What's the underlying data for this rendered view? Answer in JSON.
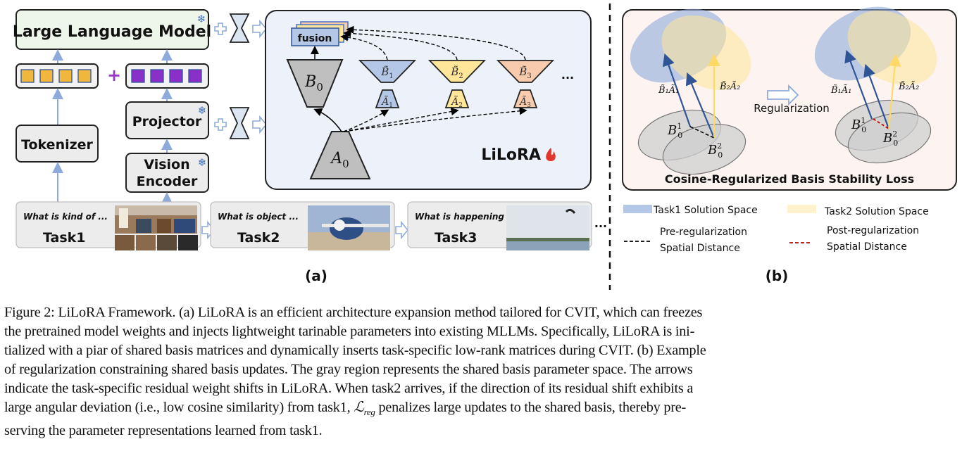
{
  "panel_a": {
    "label": "(a)",
    "llm_label": "Large Language Model",
    "projector_label": "Projector",
    "tokenizer_label": "Tokenizer",
    "vision_encoder_line1": "Vision",
    "vision_encoder_line2": "Encoder",
    "frozen_icon": "❄",
    "plus_icon": "+",
    "lilora": {
      "title": "LiLoRA",
      "fire_icon": "🔥",
      "fusion_label": "fusion",
      "b0_label": "B",
      "b0_sub": "0",
      "a0_label": "A",
      "a0_sub": "0",
      "ellipsis": "...",
      "adapters": [
        {
          "b": "B̃",
          "a": "Ã",
          "sub": "1",
          "color": "#b4c7e7"
        },
        {
          "b": "B̃",
          "a": "Ã",
          "sub": "2",
          "color": "#ffe699"
        },
        {
          "b": "B̃",
          "a": "Ã",
          "sub": "3",
          "color": "#f8cbad"
        }
      ]
    },
    "tasks": [
      {
        "question": "What is kind of  ...",
        "name": "Task1"
      },
      {
        "question": "What is object ...",
        "name": "Task2"
      },
      {
        "question": "What is happening ...",
        "name": "Task3"
      }
    ],
    "tasks_ellipsis": "...",
    "text_token_color": "#f0b73c",
    "visual_token_color": "#8b2fc9"
  },
  "panel_b": {
    "label": "(b)",
    "title": "Cosine-Regularized Basis Stability Loss",
    "arrow_label": "Regularization",
    "vec1_label": "B̃₁Ã₁",
    "vec2_label": "B̃₂Ã₂",
    "basis1": {
      "base": "B",
      "sup": "1",
      "sub": "0"
    },
    "basis2": {
      "base": "B",
      "sup": "2",
      "sub": "0"
    },
    "legend": [
      {
        "label": "Task1 Solution Space",
        "color": "#b4c7e7"
      },
      {
        "label": "Task2 Solution Space",
        "color": "#fff2cc"
      },
      {
        "label_line1": "Pre-regularization",
        "label_line2": "Spatial Distance",
        "color": "#000000"
      },
      {
        "label_line1": "Post-regularization",
        "label_line2": "Spatial Distance",
        "color": "#c00000"
      }
    ]
  },
  "caption": {
    "line1": "Figure 2: LiLoRA Framework. (a) LiLoRA is an efficient architecture expansion method tailored for CVIT, which can freezes",
    "line2": "the pretrained model weights and injects lightweight tarinable parameters into existing MLLMs. Specifically, LiLoRA is ini-",
    "line3": "tialized with a piar of shared basis matrices and dynamically inserts task-specific low-rank matrices during CVIT. (b) Example",
    "line4": "of regularization constraining shared basis updates. The gray region represents the shared basis parameter space. The arrows",
    "line5": "indicate the task-specific residual weight shifts in LiLoRA. When task2 arrives, if the direction of its residual shift exhibits a",
    "line6a": "large angular deviation (i.e., low cosine similarity) from task1, ",
    "lreg": "ℒ",
    "lreg_sub": "reg",
    "line6b": " penalizes large updates to the shared basis, thereby pre-",
    "line7": "serving the parameter representations learned from task1."
  }
}
